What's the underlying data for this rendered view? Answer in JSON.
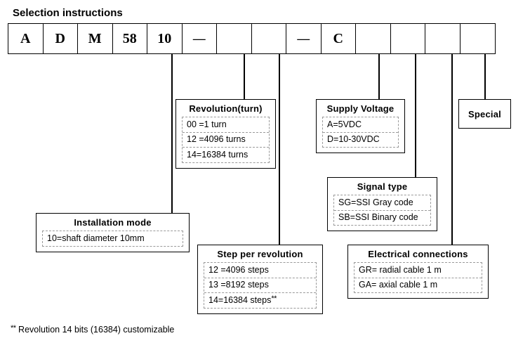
{
  "page_title": "Selection instructions",
  "code_strip": {
    "cells": [
      {
        "value": "A",
        "kind": "text"
      },
      {
        "value": "D",
        "kind": "text"
      },
      {
        "value": "M",
        "kind": "text"
      },
      {
        "value": "58",
        "kind": "text"
      },
      {
        "value": "10",
        "kind": "text"
      },
      {
        "value": "—",
        "kind": "dash"
      },
      {
        "value": "",
        "kind": "blank"
      },
      {
        "value": "",
        "kind": "blank"
      },
      {
        "value": "—",
        "kind": "dash"
      },
      {
        "value": "C",
        "kind": "text"
      },
      {
        "value": "",
        "kind": "blank"
      },
      {
        "value": "",
        "kind": "blank"
      },
      {
        "value": "",
        "kind": "blank"
      },
      {
        "value": "",
        "kind": "blank"
      }
    ]
  },
  "boxes": {
    "installation_mode": {
      "title": "Installation  mode",
      "options": [
        {
          "text": "10=shaft diameter 10mm"
        }
      ]
    },
    "revolution": {
      "title": "Revolution(turn)",
      "options": [
        {
          "text": "00 =1 turn"
        },
        {
          "text": "12 =4096 turns"
        },
        {
          "text": "14=16384 turns"
        }
      ]
    },
    "step_per_revolution": {
      "title": "Step per revolution",
      "options": [
        {
          "text": "12 =4096 steps",
          "note": ""
        },
        {
          "text": "13 =8192 steps",
          "note": ""
        },
        {
          "text": "14=16384 steps",
          "note": "**"
        }
      ]
    },
    "supply_voltage": {
      "title": "Supply Voltage",
      "options": [
        {
          "text": "A=5VDC"
        },
        {
          "text": "D=10-30VDC"
        }
      ]
    },
    "signal_type": {
      "title": "Signal  type",
      "options": [
        {
          "text": "SG=SSI Gray code"
        },
        {
          "text": "SB=SSI Binary code"
        }
      ]
    },
    "electrical_connections": {
      "title": "Electrical  connections",
      "options": [
        {
          "text": "GR= radial cable 1 m"
        },
        {
          "text": "GA= axial cable 1 m"
        }
      ]
    },
    "special": {
      "title": "Special"
    }
  },
  "footnote": {
    "marker": "**",
    "text": " Revolution 14 bits (16384) customizable"
  },
  "colors": {
    "line": "#000000",
    "dashed_border": "#9a9a9a",
    "background": "#ffffff"
  }
}
